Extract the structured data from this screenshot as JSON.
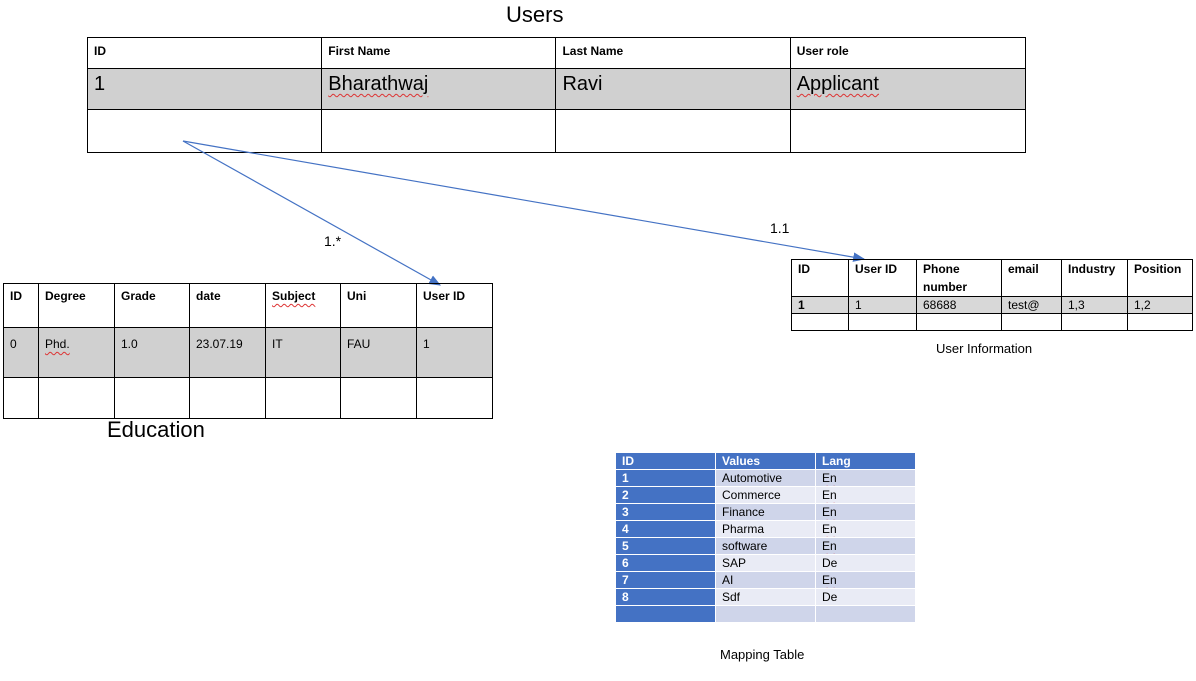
{
  "users": {
    "title": "Users",
    "headers": [
      "ID",
      "First Name",
      "Last Name",
      "User role"
    ],
    "row": [
      "1",
      "Bharathwaj",
      "Ravi",
      "Applicant"
    ]
  },
  "education": {
    "title": "Education",
    "headers": [
      "ID",
      "Degree",
      "Grade",
      "date",
      "Subject",
      "Uni",
      "User ID"
    ],
    "row": [
      "0",
      "Phd.",
      "1.0",
      "23.07.19",
      "IT",
      "FAU",
      "1"
    ]
  },
  "user_info": {
    "caption": "User Information",
    "headers": [
      "ID",
      "User ID",
      "Phone number",
      "email",
      "Industry",
      "Position"
    ],
    "row": [
      "1",
      "1",
      "68688",
      "test@",
      "1,3",
      "1,2"
    ]
  },
  "mapping": {
    "caption": "Mapping Table",
    "headers": [
      "ID",
      "Values",
      "Lang"
    ],
    "rows": [
      [
        "1",
        "Automotive",
        "En"
      ],
      [
        "2",
        "Commerce",
        "En"
      ],
      [
        "3",
        "Finance",
        "En"
      ],
      [
        "4",
        "Pharma",
        "En"
      ],
      [
        "5",
        "software",
        "En"
      ],
      [
        "6",
        "SAP",
        "De"
      ],
      [
        "7",
        "AI",
        "En"
      ],
      [
        "8",
        "Sdf",
        "De"
      ]
    ]
  },
  "relations": {
    "users_education": "1.*",
    "users_info": "1.1"
  },
  "colors": {
    "arrow": "#4472c4",
    "header_blue": "#4472c4",
    "row_gray": "#d0d0d0"
  }
}
